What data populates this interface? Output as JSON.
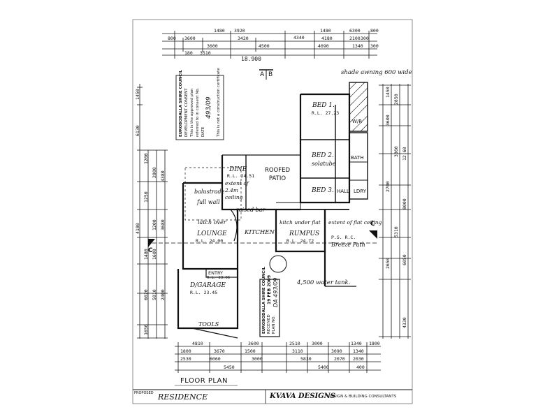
{
  "top_dims": {
    "row1": [
      "3920",
      "4340",
      "6300"
    ],
    "row1_small": [
      "1480",
      "1480",
      "800",
      "800"
    ],
    "row2": [
      "3600",
      "3420",
      "4180",
      "2100"
    ],
    "row2_small": [
      "800",
      "3600",
      "300"
    ],
    "row3": [
      "3510",
      "4500",
      "4090",
      "1340"
    ],
    "row3_small": [
      "180",
      "300"
    ],
    "total": "18.900"
  },
  "section_top": "A",
  "section_top_b": "B",
  "shade_note": "shade awning 600 wide",
  "rooms": {
    "bed1": {
      "name": "BED 1.",
      "rl": "R.L. 27.23"
    },
    "wir": "W/R",
    "bath": "BATH",
    "bed2": {
      "name": "BED 2.",
      "note": "solatube"
    },
    "bed3": "BED 3.",
    "ldry": "LDRY",
    "hall": "HALL",
    "dine": {
      "name": "DINE",
      "rl": "R.L. 24.51"
    },
    "roofed_patio": "ROOFED PATIO",
    "balustrade": "balustrade",
    "full_wall": "full wall",
    "ceiling_note": "extent of 2.4m ceiling",
    "raised_bar": "raised bar",
    "lounge": {
      "name": "LOUNGE",
      "rl": "R.L. 24.00"
    },
    "kitchen": "KITCHEN",
    "rumpus": {
      "name": "RUMPUS",
      "rl": "R.L. 24.72"
    },
    "kitchen_note": "kitch under flat",
    "cathedral_note": "extent of flat ceiling",
    "entry": {
      "name": "ENTRY",
      "rl": "R.L. 23.66"
    },
    "garage": {
      "name": "D/GARAGE",
      "rl": "R.L. 23.45"
    },
    "tools": "TOOLS",
    "latch": "latch over",
    "water_tank": "4,500 water tank.",
    "breeze_path": "Breeze Path",
    "psrc": "P.S. R.C."
  },
  "left_dims": [
    "1450",
    "6130",
    "1200",
    "2800",
    "4380",
    "1250",
    "3680",
    "4180",
    "1200",
    "1480",
    "1600",
    "5810",
    "2400",
    "6020",
    "1650"
  ],
  "right_dims": [
    "1450",
    "2850",
    "3600",
    "3360",
    "12.60",
    "2700",
    "8000",
    "5310",
    "6050",
    "2650",
    "4330"
  ],
  "bottom_dims": {
    "row1": [
      "4810",
      "3600",
      "2510",
      "3000",
      "1340",
      "1800"
    ],
    "row2": [
      "1800",
      "3670",
      "1500",
      "3110",
      "3090",
      "1340"
    ],
    "row3": [
      "2530",
      "6060",
      "3000",
      "5830",
      "2070",
      "2030"
    ],
    "row4": [
      "5450",
      "5400",
      "400"
    ]
  },
  "section_c_left": "C",
  "section_c_right": "C",
  "title": "FLOOR PLAN",
  "proposed": "PROPOSED",
  "residence": "RESIDENCE",
  "designer": "KVAVA DESIGNS",
  "designer_sub": "DESIGN & BUILDING CONSULTANTS",
  "council_stamp_1": {
    "line1": "EUROBODALLA SHIRE COUNCIL",
    "line2": "DEVELOPMENT CONSENT",
    "line3": "This is the approved plan",
    "line4": "referred to in consent No.",
    "line5": "DATE",
    "line6": "This is not a construction certificate"
  },
  "council_stamp_1_handwriting": "493/09",
  "council_stamp_2": {
    "line1": "EUROBODALLA SHIRE COUNCIL",
    "line2": "RECEIVED",
    "line3": "PLAN NO.",
    "date": "19 FEB 2009"
  },
  "council_stamp_2_handwriting": "DA 493/09"
}
